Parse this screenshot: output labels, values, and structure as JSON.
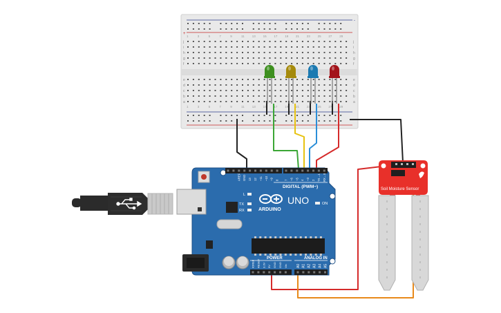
{
  "colors": {
    "board_blue": "#2b6cad",
    "board_dark": "#1d4f86",
    "sensor_red": "#e8302a",
    "breadboard": "#e9e9e9",
    "wire_black": "#222222",
    "wire_green": "#3aa635",
    "wire_yellow": "#e7c20f",
    "wire_blue": "#2a8ed8",
    "wire_red": "#d52a2a",
    "wire_orange": "#e8891a",
    "led_green": "#3d8f1f",
    "led_yellow": "#a58a0c",
    "led_blue": "#1c7ab1",
    "led_red": "#a3141b"
  },
  "breadboard": {
    "row_letters_top": [
      "j",
      "i",
      "h",
      "g",
      "f"
    ],
    "row_letters_bottom": [
      "e",
      "d",
      "c",
      "b",
      "a"
    ],
    "column_numbers": [
      "1",
      "3",
      "5",
      "7",
      "9",
      "11",
      "13",
      "15",
      "17",
      "19",
      "21",
      "23",
      "25",
      "27",
      "29"
    ],
    "rail_plus": "+",
    "rail_minus": "-"
  },
  "leds": [
    {
      "name": "green",
      "color": "#3d8f1f"
    },
    {
      "name": "yellow",
      "color": "#a58a0c"
    },
    {
      "name": "blue",
      "color": "#1c7ab1"
    },
    {
      "name": "red",
      "color": "#a3141b"
    }
  ],
  "arduino": {
    "brand": "ARDUINO",
    "model": "UNO",
    "digital_label": "DIGITAL (PWM~)",
    "top_header_labels": [
      "AREF",
      "GND",
      "13",
      "12",
      "~11",
      "~10",
      "~9",
      "8",
      "7",
      "~6",
      "~5",
      "4",
      "~3",
      "2",
      "TX→1",
      "RX←0"
    ],
    "power_label": "POWER",
    "analog_label": "ANALOG IN",
    "power_pins": [
      "IOREF",
      "RESET",
      "3.3V",
      "5V",
      "GND",
      "GND",
      "Vin"
    ],
    "analog_pins": [
      "A0",
      "A1",
      "A2",
      "A3",
      "A4",
      "A5"
    ],
    "led_labels": {
      "l": "L",
      "tx": "TX",
      "rx": "RX",
      "on": "ON"
    }
  },
  "sensor": {
    "label": "Soil Moisture Sensor"
  }
}
